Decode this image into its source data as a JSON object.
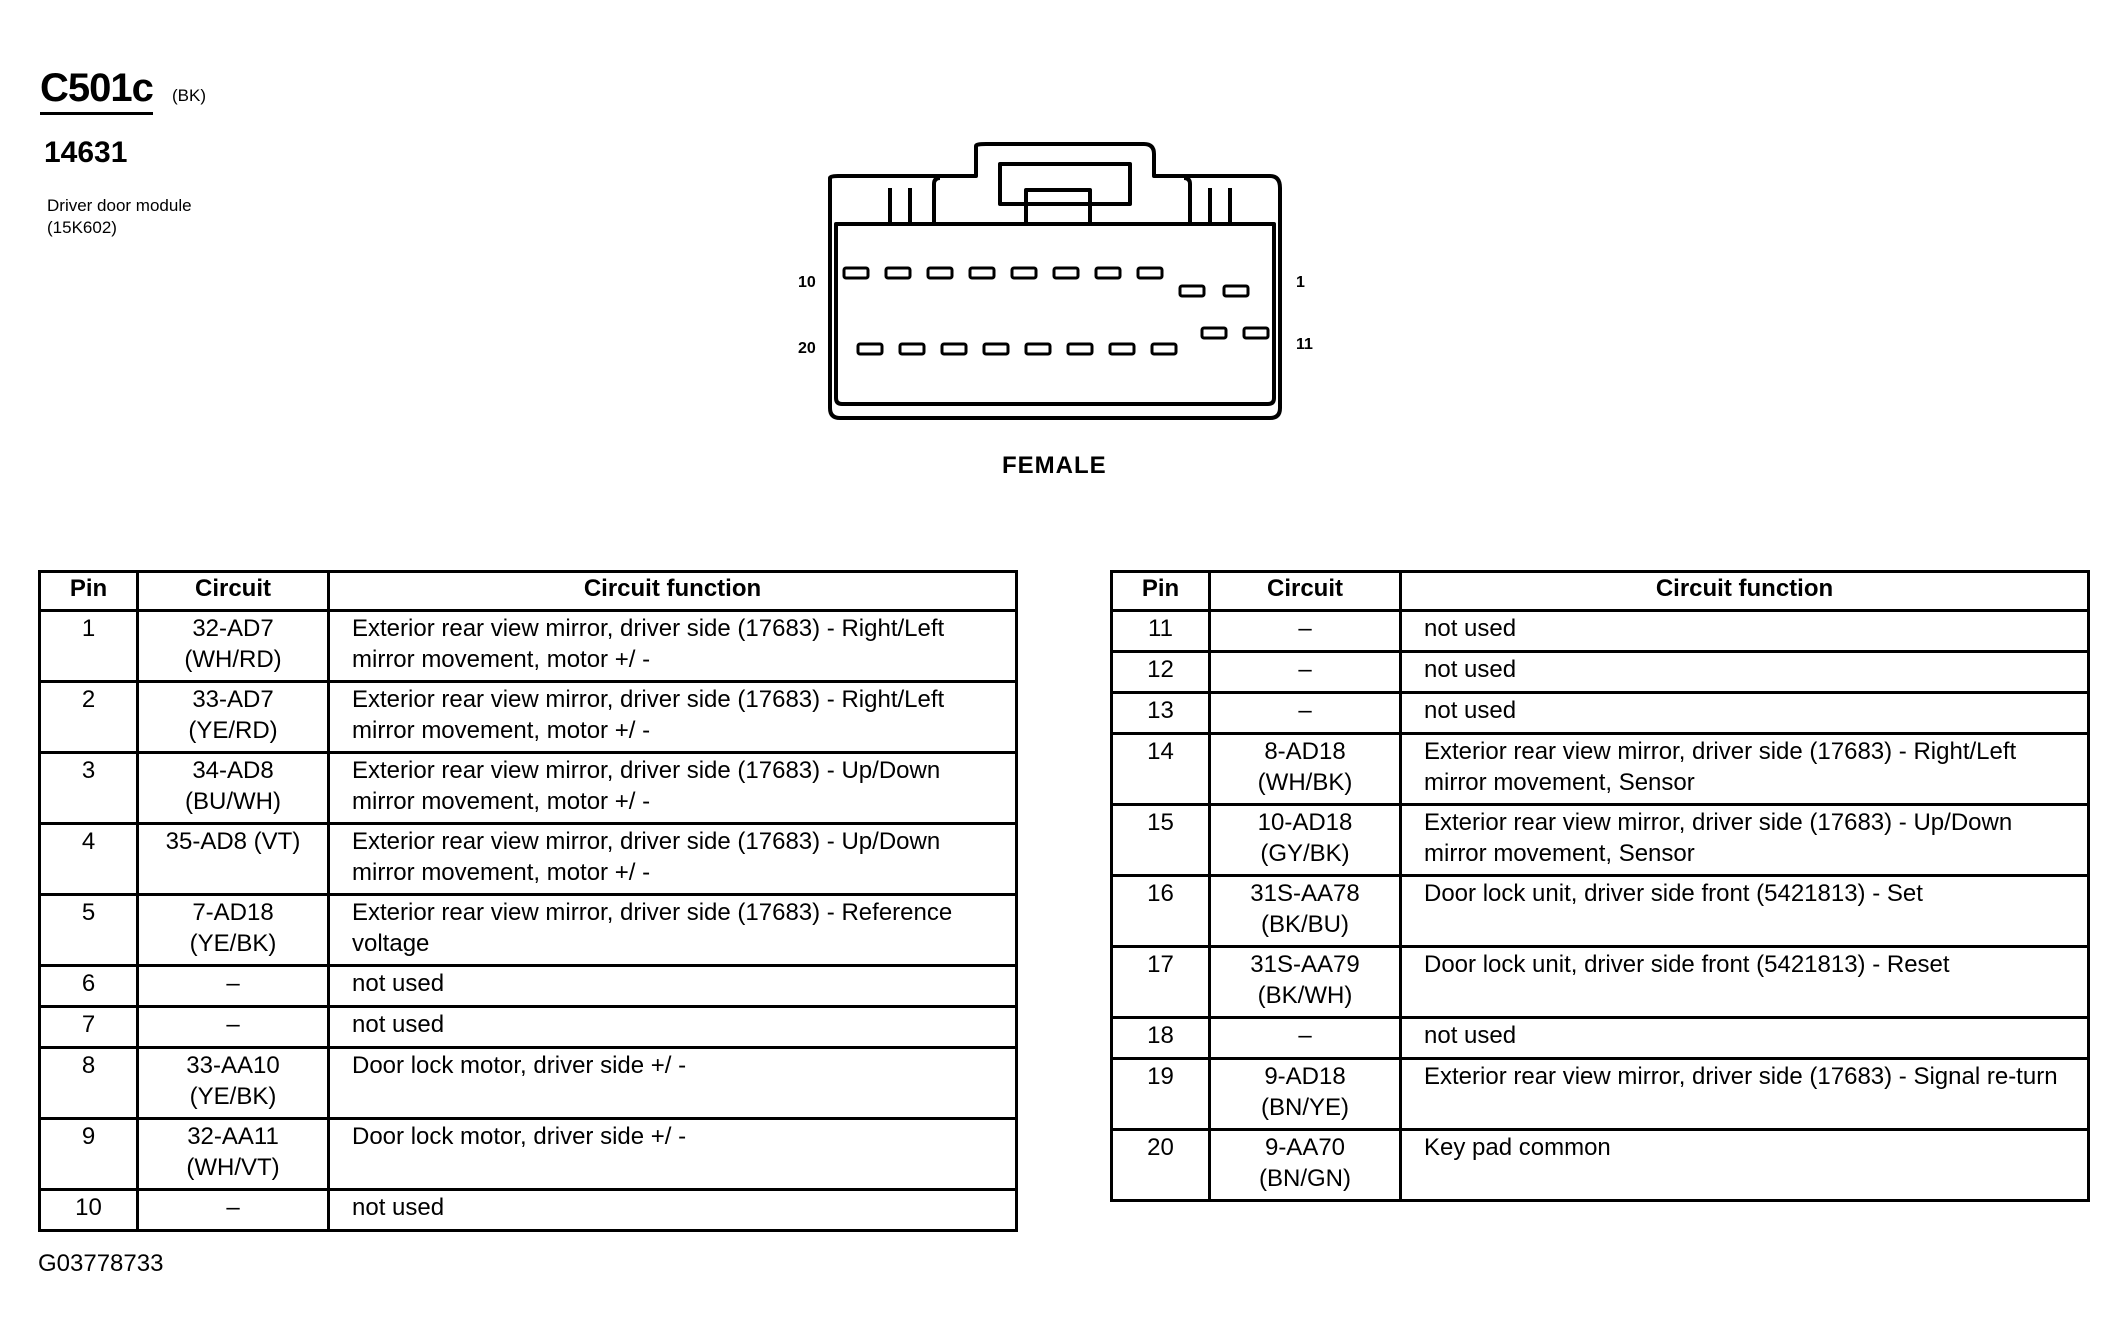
{
  "connector": {
    "id": "C501c",
    "color_code": "(BK)",
    "part_number": "14631",
    "description_line1": "Driver door module",
    "description_line2": "(15K602)",
    "gender": "FEMALE",
    "pin_labels": {
      "top_left": "10",
      "top_right": "1",
      "bottom_left": "20",
      "bottom_right": "11"
    }
  },
  "table_headers": {
    "pin": "Pin",
    "circuit": "Circuit",
    "function": "Circuit function"
  },
  "left_table": [
    {
      "pin": "1",
      "circuit1": "32-AD7",
      "circuit2": "(WH/RD)",
      "function": "Exterior rear view mirror, driver side (17683) - Right/Left mirror movement, motor +/ -"
    },
    {
      "pin": "2",
      "circuit1": "33-AD7",
      "circuit2": "(YE/RD)",
      "function": "Exterior rear view mirror, driver side (17683) - Right/Left mirror movement, motor +/ -"
    },
    {
      "pin": "3",
      "circuit1": "34-AD8",
      "circuit2": "(BU/WH)",
      "function": "Exterior rear view mirror, driver side (17683) - Up/Down mirror movement, motor +/ -"
    },
    {
      "pin": "4",
      "circuit1": "35-AD8 (VT)",
      "circuit2": "",
      "function": "Exterior rear view mirror, driver side (17683) - Up/Down mirror movement, motor +/ -"
    },
    {
      "pin": "5",
      "circuit1": "7-AD18",
      "circuit2": "(YE/BK)",
      "function": "Exterior rear view mirror, driver side (17683) - Reference voltage"
    },
    {
      "pin": "6",
      "circuit1": "–",
      "circuit2": "",
      "function": "not used"
    },
    {
      "pin": "7",
      "circuit1": "–",
      "circuit2": "",
      "function": "not used"
    },
    {
      "pin": "8",
      "circuit1": "33-AA10",
      "circuit2": "(YE/BK)",
      "function": "Door lock motor, driver side +/ -"
    },
    {
      "pin": "9",
      "circuit1": "32-AA11",
      "circuit2": "(WH/VT)",
      "function": "Door lock motor, driver side +/ -"
    },
    {
      "pin": "10",
      "circuit1": "–",
      "circuit2": "",
      "function": "not used"
    }
  ],
  "right_table": [
    {
      "pin": "11",
      "circuit1": "–",
      "circuit2": "",
      "function": "not used"
    },
    {
      "pin": "12",
      "circuit1": "–",
      "circuit2": "",
      "function": "not used"
    },
    {
      "pin": "13",
      "circuit1": "–",
      "circuit2": "",
      "function": "not used"
    },
    {
      "pin": "14",
      "circuit1": "8-AD18",
      "circuit2": "(WH/BK)",
      "function": "Exterior rear view mirror, driver side (17683) - Right/Left mirror movement, Sensor"
    },
    {
      "pin": "15",
      "circuit1": "10-AD18",
      "circuit2": "(GY/BK)",
      "function": "Exterior rear view mirror, driver side (17683) - Up/Down mirror movement, Sensor"
    },
    {
      "pin": "16",
      "circuit1": "31S-AA78",
      "circuit2": "(BK/BU)",
      "function": "Door lock unit, driver side front (5421813) - Set"
    },
    {
      "pin": "17",
      "circuit1": "31S-AA79",
      "circuit2": "(BK/WH)",
      "function": "Door lock unit, driver side front (5421813) - Reset"
    },
    {
      "pin": "18",
      "circuit1": "–",
      "circuit2": "",
      "function": "not used"
    },
    {
      "pin": "19",
      "circuit1": "9-AD18",
      "circuit2": "(BN/YE)",
      "function": "Exterior rear view mirror, driver side (17683) - Signal re-turn"
    },
    {
      "pin": "20",
      "circuit1": "9-AA70",
      "circuit2": "(BN/GN)",
      "function": "Key pad common"
    }
  ],
  "figure_id": "G03778733"
}
